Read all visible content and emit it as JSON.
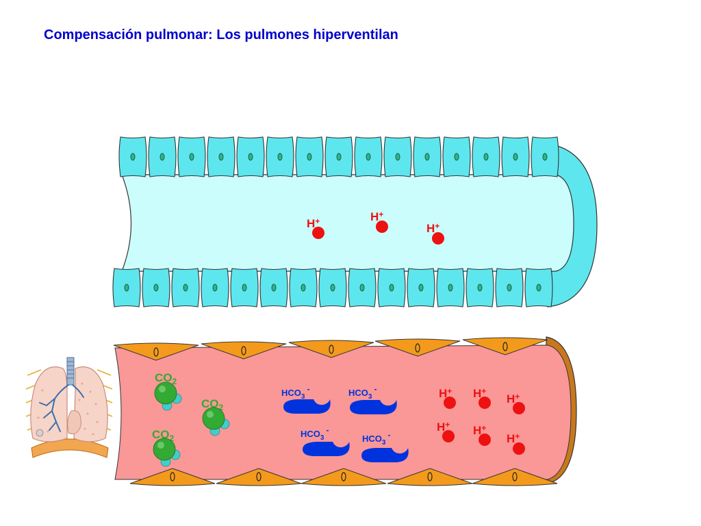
{
  "title": "Compensación pulmonar: Los pulmones hiperventilan",
  "colors": {
    "title": "#0000cc",
    "epithelial_cell": "#5ee6ee",
    "airway_lumen": "#ccfdfd",
    "blood": "#fa9797",
    "endothelial_cell": "#f39a1c",
    "hydrogen_ion": "#ee1111",
    "bicarbonate": "#0033dd",
    "co2_carbon": "#33aa33",
    "co2_oxygen": "#44cccc"
  },
  "labels": {
    "h_ion": {
      "base": "H",
      "charge": "+"
    },
    "co2": {
      "base": "CO",
      "subscript": "2"
    },
    "hco3": {
      "base": "HCO",
      "subscript": "3",
      "charge": "-"
    }
  },
  "counts": {
    "airway_h_ions": 3,
    "blood_co2_molecules": 3,
    "blood_hco3_ions": 4,
    "blood_h_ions": 6
  },
  "icons": {
    "lungs": "lungs-icon"
  }
}
